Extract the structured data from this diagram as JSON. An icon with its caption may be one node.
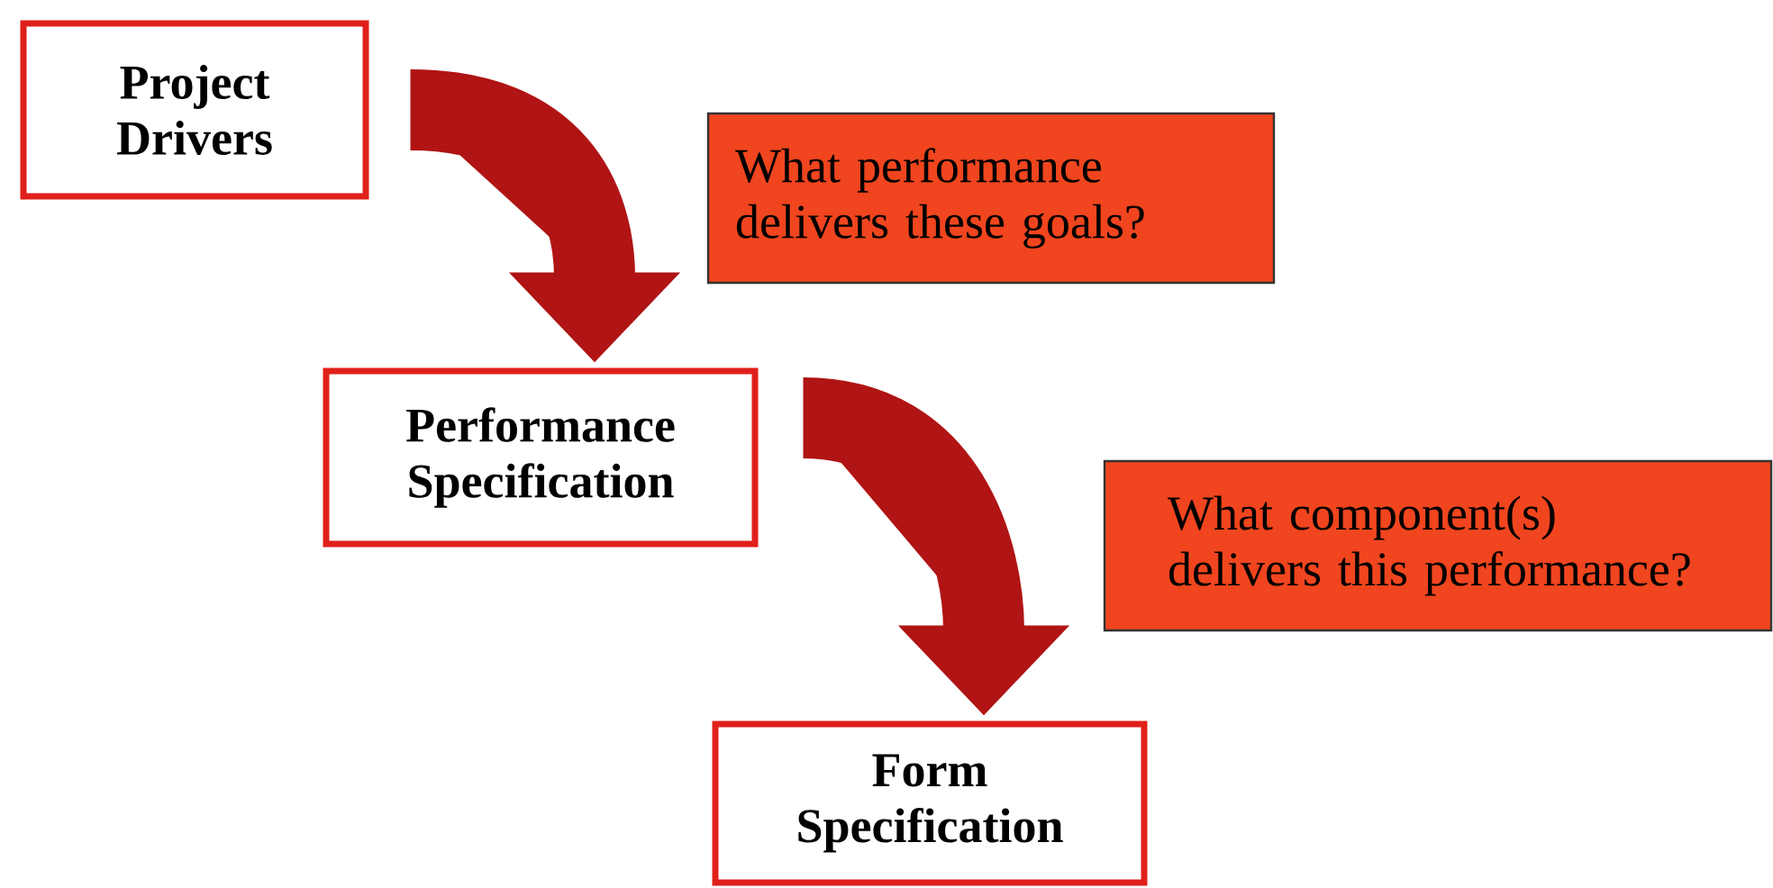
{
  "diagram": {
    "nodes": [
      {
        "text": [
          "Project Drivers"
        ]
      },
      {
        "text": [
          "Performance Specification"
        ]
      },
      {
        "text": [
          "Form Specification"
        ]
      },
      {
        "text": [
          "What performance delivers these goals?"
        ]
      },
      {
        "text": [
          "What component(s) delivers this performance?"
        ]
      }
    ],
    "edges": [
      {
        "from": 0,
        "to": 1,
        "arrow": "to"
      },
      {
        "from": 1,
        "to": 2,
        "arrow": "to"
      }
    ]
  }
}
